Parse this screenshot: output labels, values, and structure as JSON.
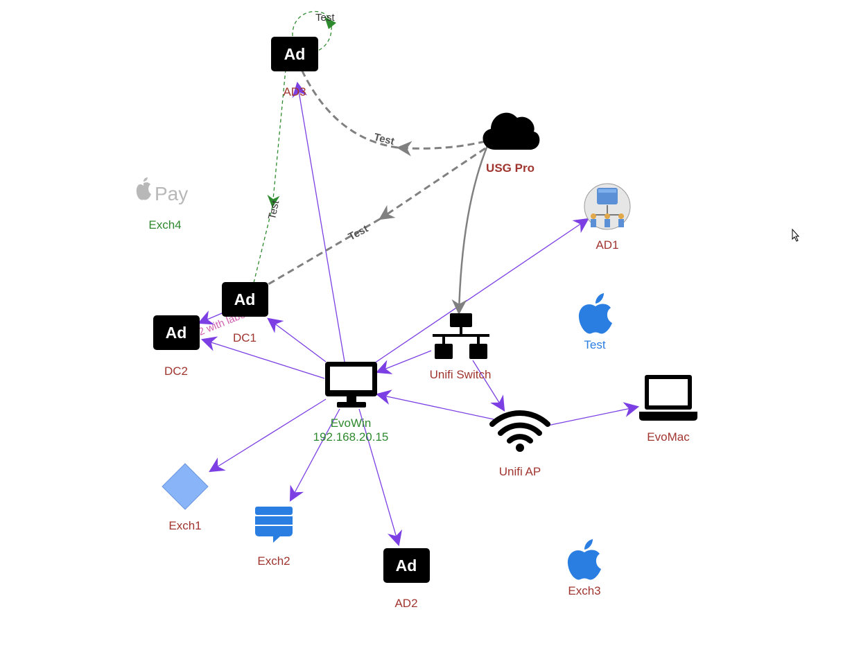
{
  "colors": {
    "label_red": "#a0352f",
    "label_green": "#2e8a2e",
    "edge_purple": "#7b3fe4",
    "edge_gray": "#808080",
    "edge_green": "#2e8a2e",
    "icon_black": "#000000",
    "icon_blue": "#2a7de1",
    "diamond_fill": "#8ab4f8",
    "diamond_stroke": "#6a96e0",
    "applepay_gray": "#b8b8b8",
    "pink_label": "#d060b0"
  },
  "nodes": {
    "ad3": {
      "label": "AD3",
      "icon": "ad-icon",
      "badge": "Ad"
    },
    "usg": {
      "label": "USG Pro",
      "icon": "cloud-icon"
    },
    "exch4": {
      "label": "Exch4",
      "icon": "apple-pay-icon",
      "badge": "Pay"
    },
    "ad1": {
      "label": "AD1",
      "icon": "database-server-icon"
    },
    "dc1": {
      "label": "DC1",
      "icon": "ad-icon",
      "badge": "Ad"
    },
    "dc2": {
      "label": "DC2",
      "icon": "ad-icon",
      "badge": "Ad"
    },
    "switch": {
      "label": "Unifi Switch",
      "icon": "network-icon"
    },
    "test": {
      "label": "Test",
      "icon": "apple-icon"
    },
    "evowin": {
      "label": "EvoWin",
      "ip": "192.168.20.15",
      "icon": "desktop-icon"
    },
    "evomac": {
      "label": "EvoMac",
      "icon": "laptop-icon"
    },
    "ap": {
      "label": "Unifi AP",
      "icon": "wifi-icon"
    },
    "exch1": {
      "label": "Exch1",
      "icon": "diamond-icon"
    },
    "exch2": {
      "label": "Exch2",
      "icon": "stack-exchange-icon"
    },
    "ad2": {
      "label": "AD2",
      "icon": "ad-icon",
      "badge": "Ad"
    },
    "exch3": {
      "label": "Exch3",
      "icon": "apple-icon"
    }
  },
  "edge_labels": {
    "self_loop": "Test",
    "ad3_usg": "Test",
    "usg_dc1": "Test",
    "ad3_dc1": "Test",
    "dc1_dc2": "Test 2 with label"
  }
}
